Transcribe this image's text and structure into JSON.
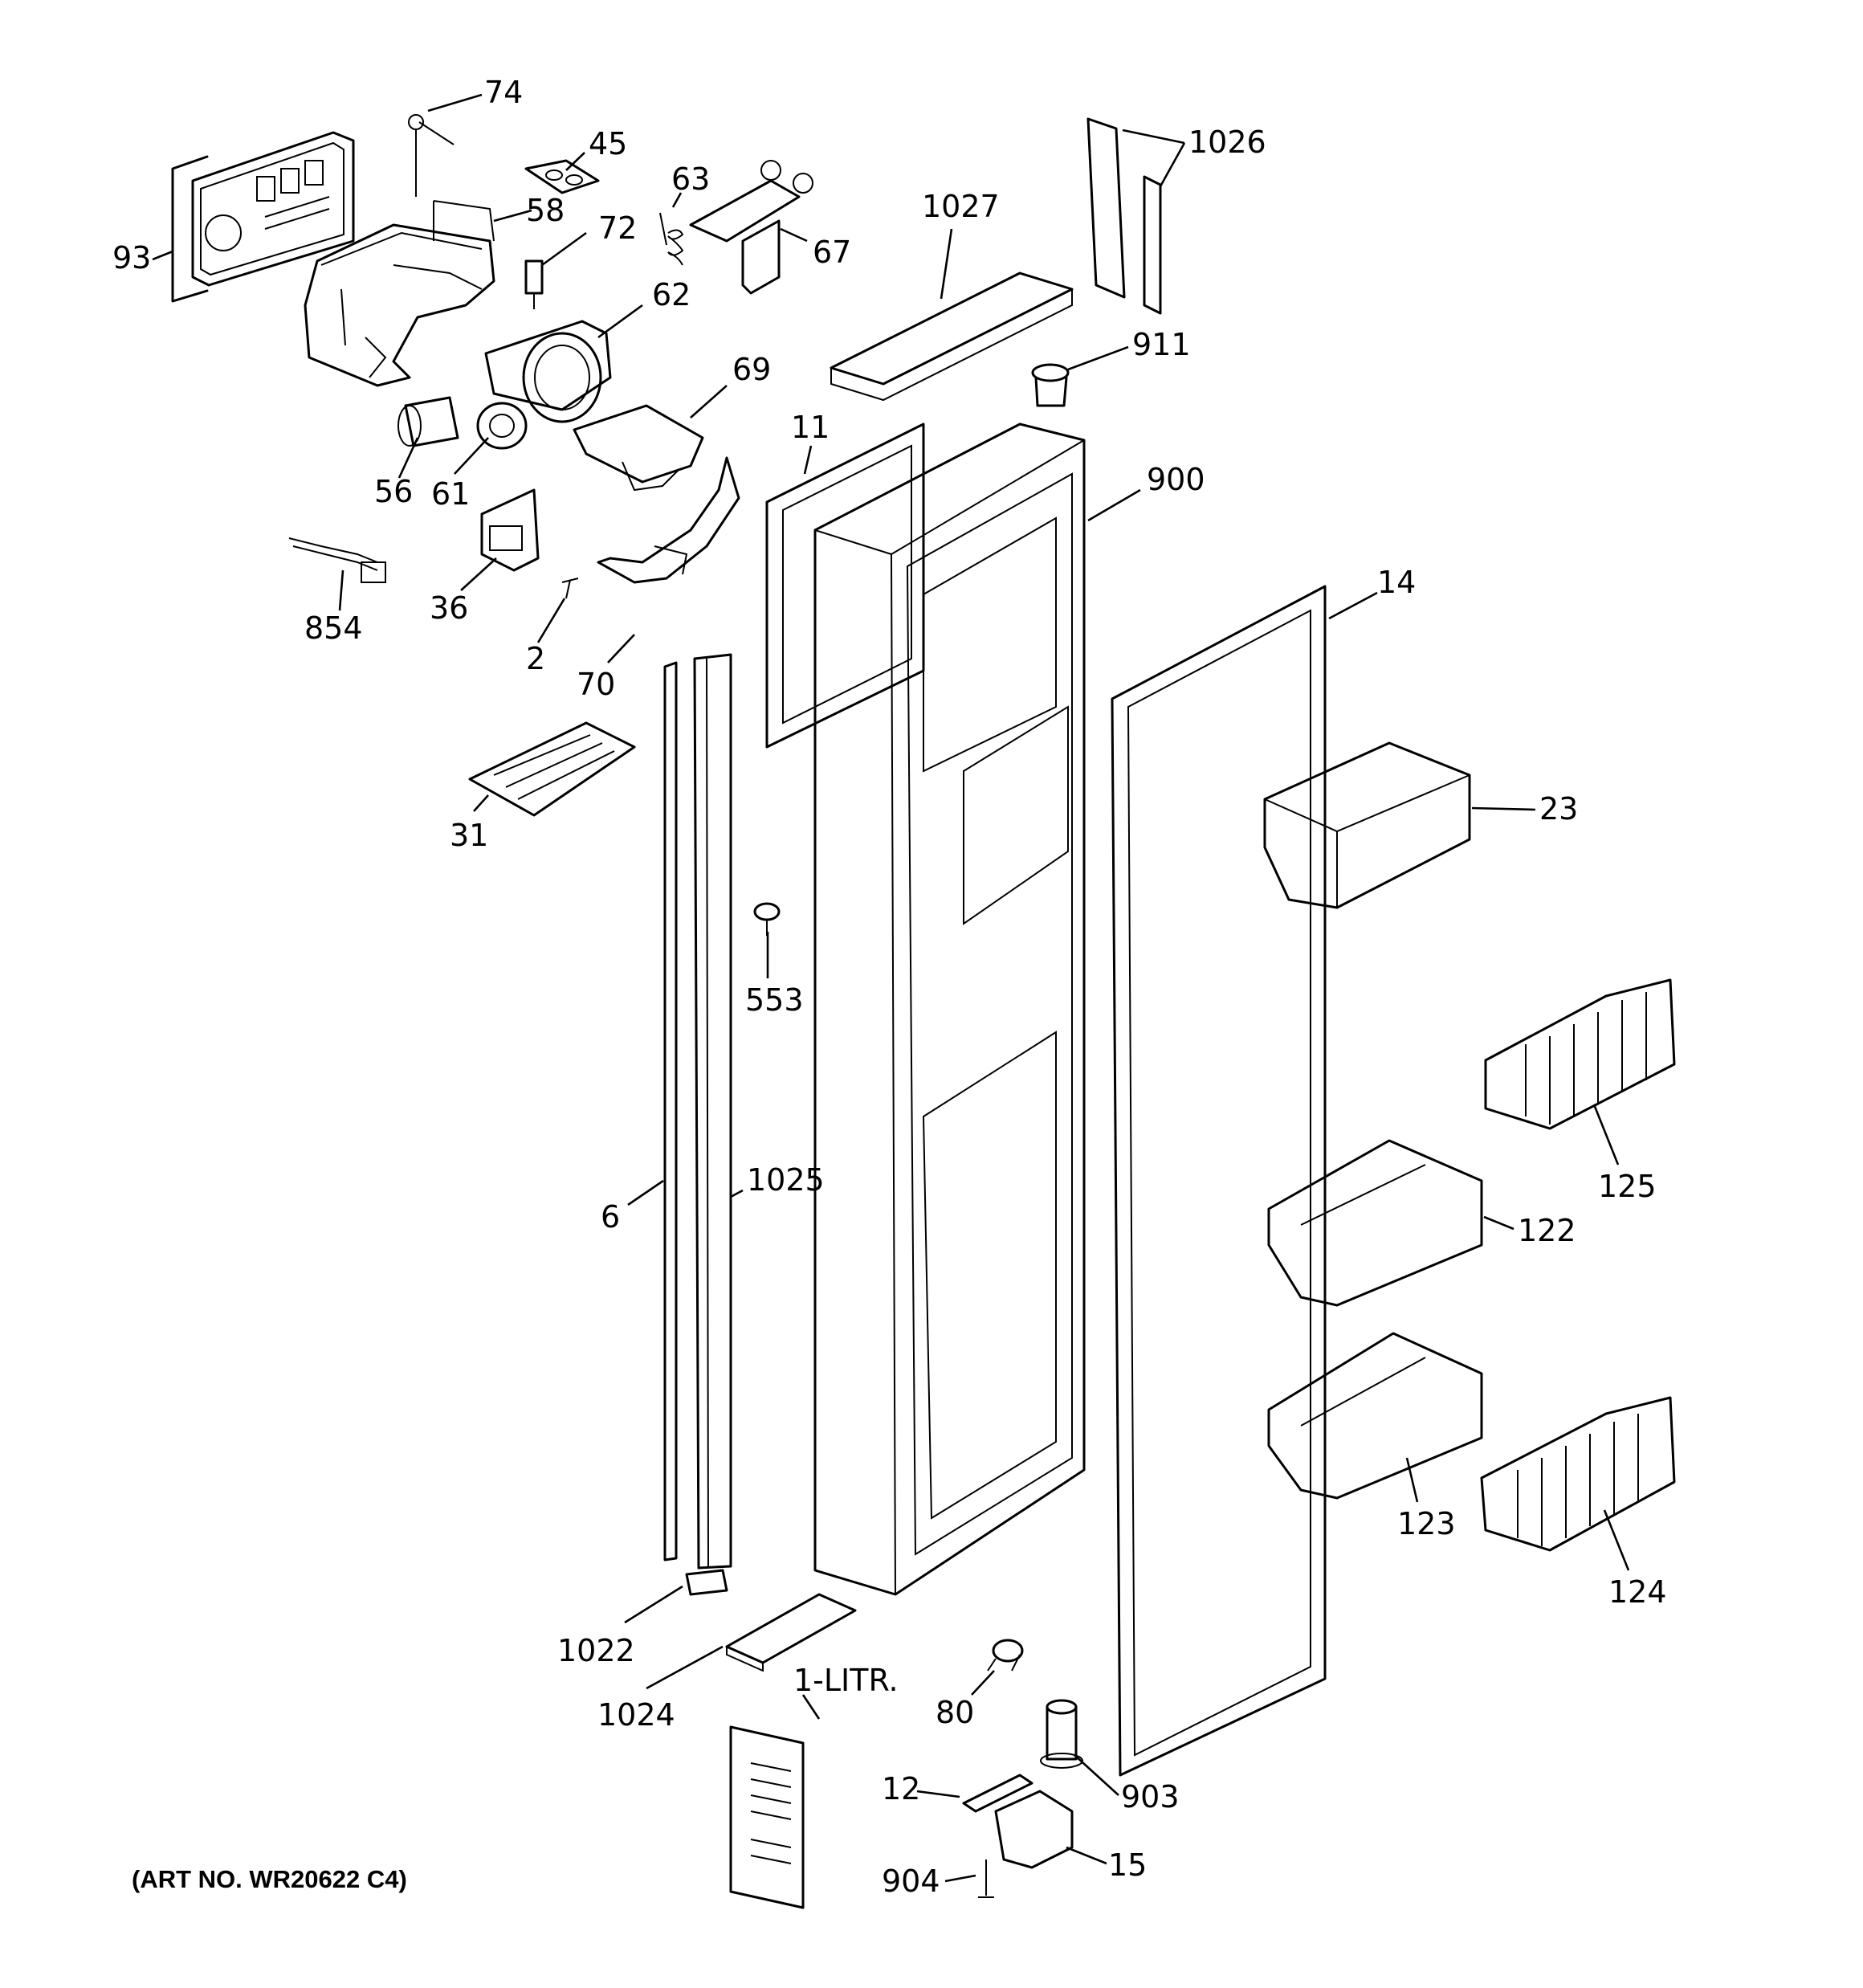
{
  "art_number": "(ART NO. WR20622 C4)",
  "callouts": [
    {
      "id": "74",
      "text": "74"
    },
    {
      "id": "45",
      "text": "45"
    },
    {
      "id": "63",
      "text": "63"
    },
    {
      "id": "1026",
      "text": "1026"
    },
    {
      "id": "1027",
      "text": "1027"
    },
    {
      "id": "58",
      "text": "58"
    },
    {
      "id": "72",
      "text": "72"
    },
    {
      "id": "67",
      "text": "67"
    },
    {
      "id": "93",
      "text": "93"
    },
    {
      "id": "62",
      "text": "62"
    },
    {
      "id": "911",
      "text": "911"
    },
    {
      "id": "69",
      "text": "69"
    },
    {
      "id": "11",
      "text": "11"
    },
    {
      "id": "900",
      "text": "900"
    },
    {
      "id": "56",
      "text": "56"
    },
    {
      "id": "61",
      "text": "61"
    },
    {
      "id": "36",
      "text": "36"
    },
    {
      "id": "854",
      "text": "854"
    },
    {
      "id": "2",
      "text": "2"
    },
    {
      "id": "70",
      "text": "70"
    },
    {
      "id": "14",
      "text": "14"
    },
    {
      "id": "23",
      "text": "23"
    },
    {
      "id": "31",
      "text": "31"
    },
    {
      "id": "553",
      "text": "553"
    },
    {
      "id": "125",
      "text": "125"
    },
    {
      "id": "6",
      "text": "6"
    },
    {
      "id": "1025",
      "text": "1025"
    },
    {
      "id": "122",
      "text": "122"
    },
    {
      "id": "123",
      "text": "123"
    },
    {
      "id": "124",
      "text": "124"
    },
    {
      "id": "1022",
      "text": "1022"
    },
    {
      "id": "1024",
      "text": "1024"
    },
    {
      "id": "1-LITR",
      "text": "1-LITR."
    },
    {
      "id": "80",
      "text": "80"
    },
    {
      "id": "12",
      "text": "12"
    },
    {
      "id": "903",
      "text": "903"
    },
    {
      "id": "904",
      "text": "904"
    },
    {
      "id": "15",
      "text": "15"
    }
  ]
}
